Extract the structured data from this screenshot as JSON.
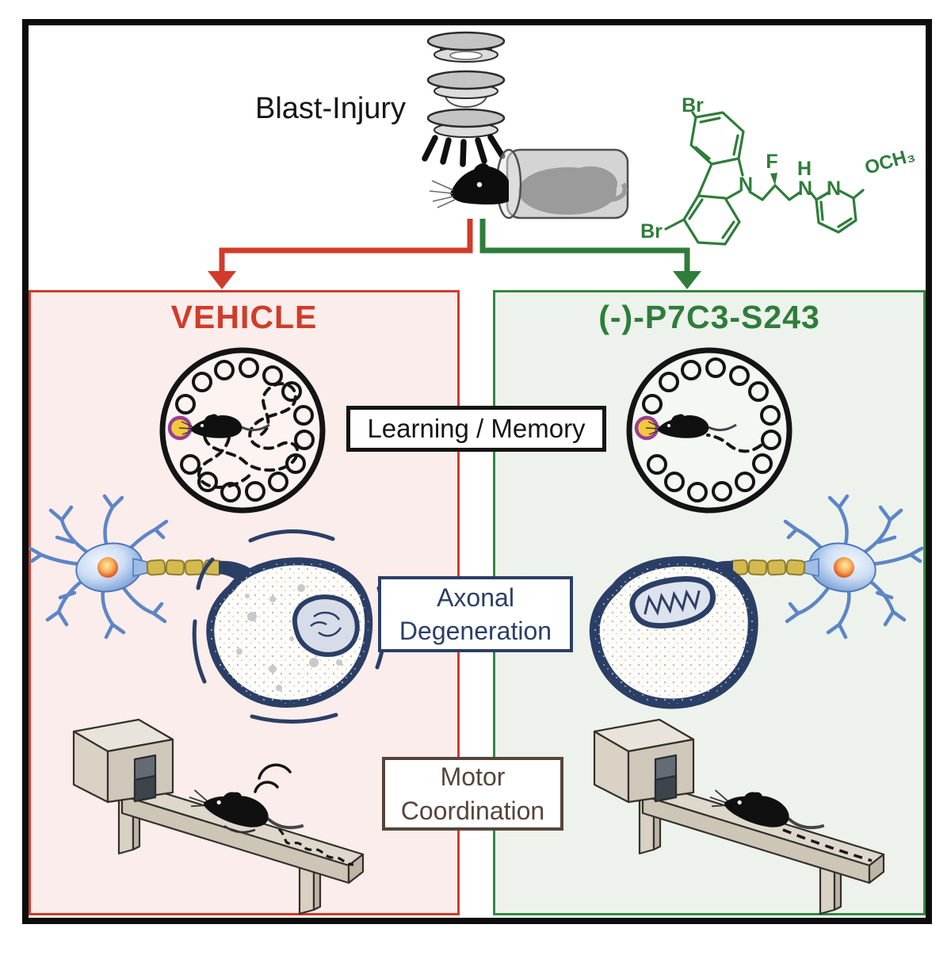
{
  "figure": {
    "title_blast": "Blast-Injury",
    "compound": {
      "name": "(-)-P7C3-S243",
      "bond_color": "#2e7d3a",
      "atoms": {
        "br_top": "Br",
        "br_bottom": "Br",
        "n_carbazole": "N",
        "f": "F",
        "h": "H",
        "n_amine": "N",
        "n_pyridine": "N",
        "och3": "OCH₃"
      }
    },
    "panels": {
      "vehicle": {
        "title": "VEHICLE",
        "accent": "#d13c2a",
        "background": "#fbedeb"
      },
      "treatment": {
        "title": "(-)-P7C3-S243",
        "accent": "#2e7d3a",
        "background": "#edf3ec"
      }
    },
    "outcome_boxes": {
      "learning_memory": {
        "label": "Learning / Memory",
        "color": "#151515"
      },
      "axonal": {
        "line1": "Axonal",
        "line2": "Degeneration",
        "color": "#2b3f66"
      },
      "motor": {
        "line1": "Motor",
        "line2": "Coordination",
        "color": "#57453b"
      }
    },
    "maze": {
      "target_fill": "#f2c93c",
      "target_ring": "#9c3d93"
    },
    "neuron": {
      "body_color": "#6d93cc",
      "myelin_color": "#d3ba50",
      "terminal_color": "#2b3f66"
    }
  }
}
